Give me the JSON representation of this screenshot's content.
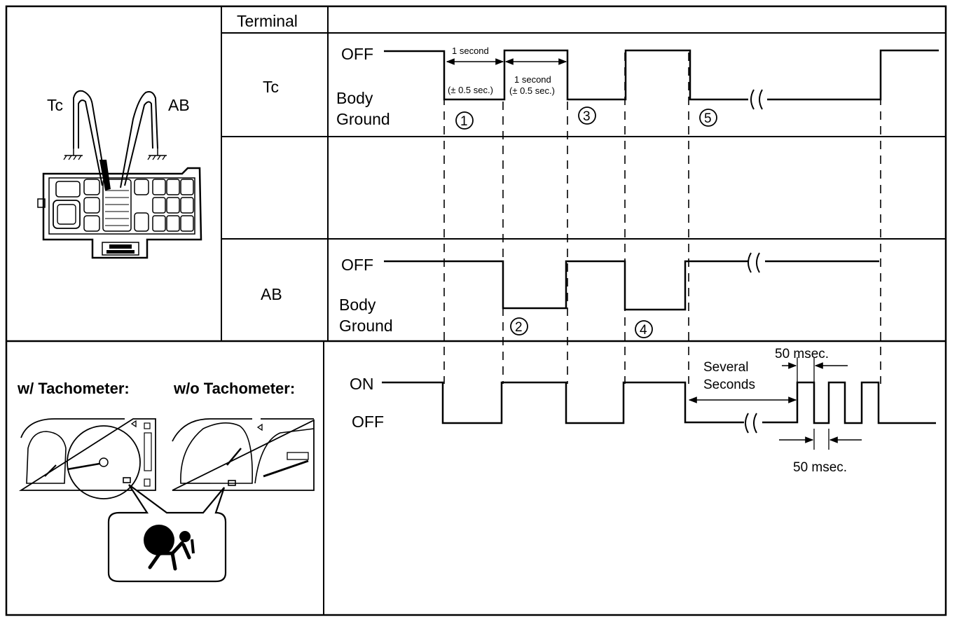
{
  "header": {
    "terminal": "Terminal"
  },
  "rows": {
    "tc": {
      "label": "Tc",
      "off": "OFF",
      "body": "Body",
      "ground": "Ground"
    },
    "ab": {
      "label": "AB",
      "off": "OFF",
      "body": "Body",
      "ground": "Ground"
    },
    "light": {
      "on": "ON",
      "off": "OFF"
    }
  },
  "connector": {
    "tc_label": "Tc",
    "ab_label": "AB"
  },
  "cluster": {
    "with_tach": "w/ Tachometer:",
    "without_tach": "w/o Tachometer:"
  },
  "annotations": {
    "one_second_1": "1 second",
    "tol_1": "(± 0.5 sec.)",
    "one_second_2": "1 second",
    "tol_2": "(± 0.5 sec.)",
    "several": "Several",
    "seconds": "Seconds",
    "msec_top": "50 msec.",
    "msec_bottom": "50 msec."
  },
  "steps": [
    "①",
    "②",
    "③",
    "④",
    "⑤"
  ]
}
